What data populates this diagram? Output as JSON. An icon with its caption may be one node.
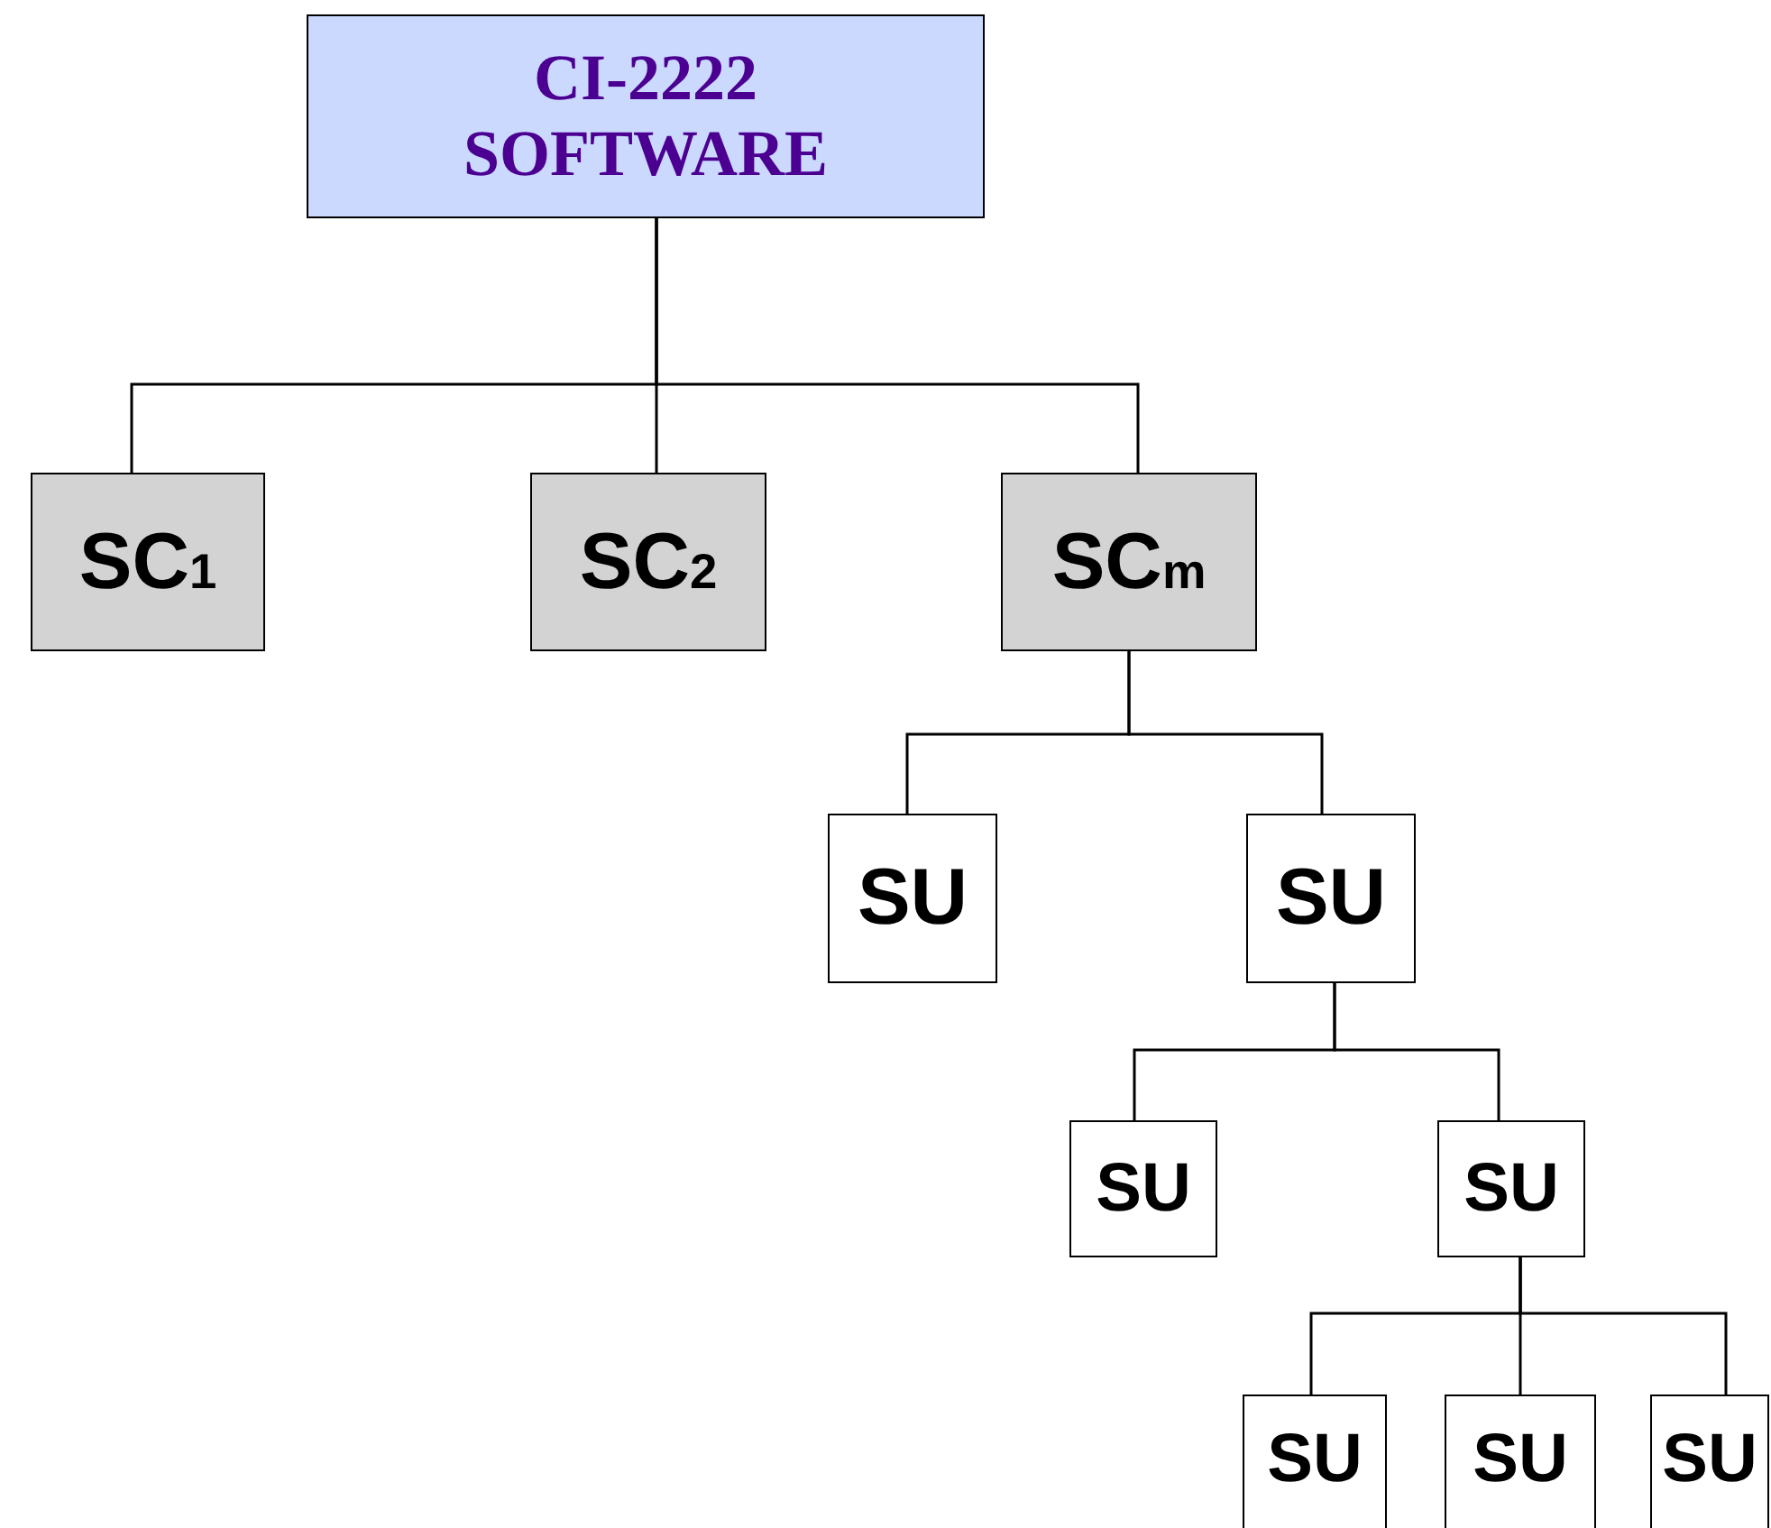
{
  "diagram": {
    "nodes": [
      {
        "text": [
          "CI-2222 SOFTWARE"
        ]
      },
      {
        "text": [
          "SC$_{1}$"
        ]
      },
      {
        "text": [
          "SC$_{2}$"
        ]
      },
      {
        "text": [
          "SC$_{m}$"
        ]
      },
      {
        "text": [
          "SU"
        ]
      },
      {
        "text": [
          "SU"
        ]
      },
      {
        "text": [
          "SU"
        ]
      },
      {
        "text": [
          "SU"
        ]
      },
      {
        "text": [
          "SU"
        ]
      },
      {
        "text": [
          "SU"
        ]
      },
      {
        "text": [
          "SU"
        ]
      }
    ],
    "edges": [
      {
        "from": 0,
        "to": 1,
        "arrow": "none"
      },
      {
        "from": 0,
        "to": 2,
        "arrow": "none"
      },
      {
        "from": 0,
        "to": 3,
        "arrow": "none"
      },
      {
        "from": 3,
        "to": 4,
        "arrow": "none"
      },
      {
        "from": 3,
        "to": 5,
        "arrow": "none"
      },
      {
        "from": 5,
        "to": 6,
        "arrow": "none"
      },
      {
        "from": 5,
        "to": 7,
        "arrow": "none"
      },
      {
        "from": 7,
        "to": 8,
        "arrow": "none"
      },
      {
        "from": 7,
        "to": 9,
        "arrow": "none"
      },
      {
        "from": 7,
        "to": 10,
        "arrow": "none"
      }
    ]
  }
}
